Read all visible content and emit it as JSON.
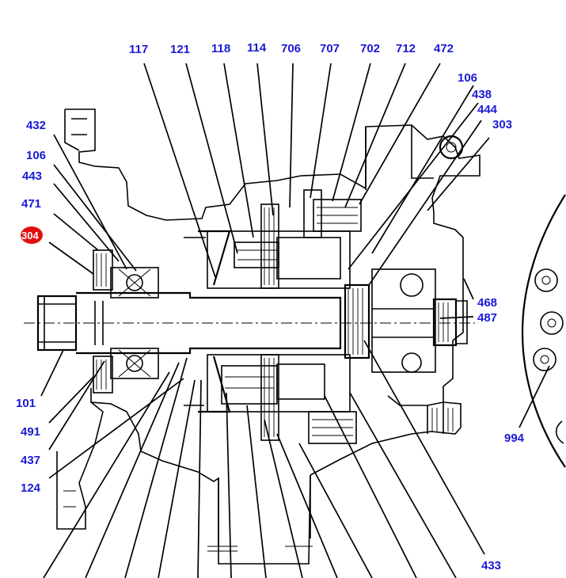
{
  "diagram": {
    "labels": [
      {
        "id": "l117",
        "text": "117"
      },
      {
        "id": "l121",
        "text": "121"
      },
      {
        "id": "l118",
        "text": "118"
      },
      {
        "id": "l114",
        "text": "114"
      },
      {
        "id": "l706",
        "text": "706"
      },
      {
        "id": "l707",
        "text": "707"
      },
      {
        "id": "l702",
        "text": "702"
      },
      {
        "id": "l712",
        "text": "712"
      },
      {
        "id": "l472",
        "text": "472"
      },
      {
        "id": "l106a",
        "text": "106"
      },
      {
        "id": "l438",
        "text": "438"
      },
      {
        "id": "l444",
        "text": "444"
      },
      {
        "id": "l303",
        "text": "303"
      },
      {
        "id": "l432",
        "text": "432"
      },
      {
        "id": "l106b",
        "text": "106"
      },
      {
        "id": "l443",
        "text": "443"
      },
      {
        "id": "l471",
        "text": "471"
      },
      {
        "id": "l304",
        "text": "304"
      },
      {
        "id": "l468",
        "text": "468"
      },
      {
        "id": "l487",
        "text": "487"
      },
      {
        "id": "l101",
        "text": "101"
      },
      {
        "id": "l491",
        "text": "491"
      },
      {
        "id": "l437",
        "text": "437"
      },
      {
        "id": "l124",
        "text": "124"
      },
      {
        "id": "l994",
        "text": "994"
      },
      {
        "id": "l433",
        "text": "433"
      }
    ],
    "colors": {
      "label": "#1a1ad6",
      "highlight": "#e01010",
      "line": "#000000"
    }
  }
}
